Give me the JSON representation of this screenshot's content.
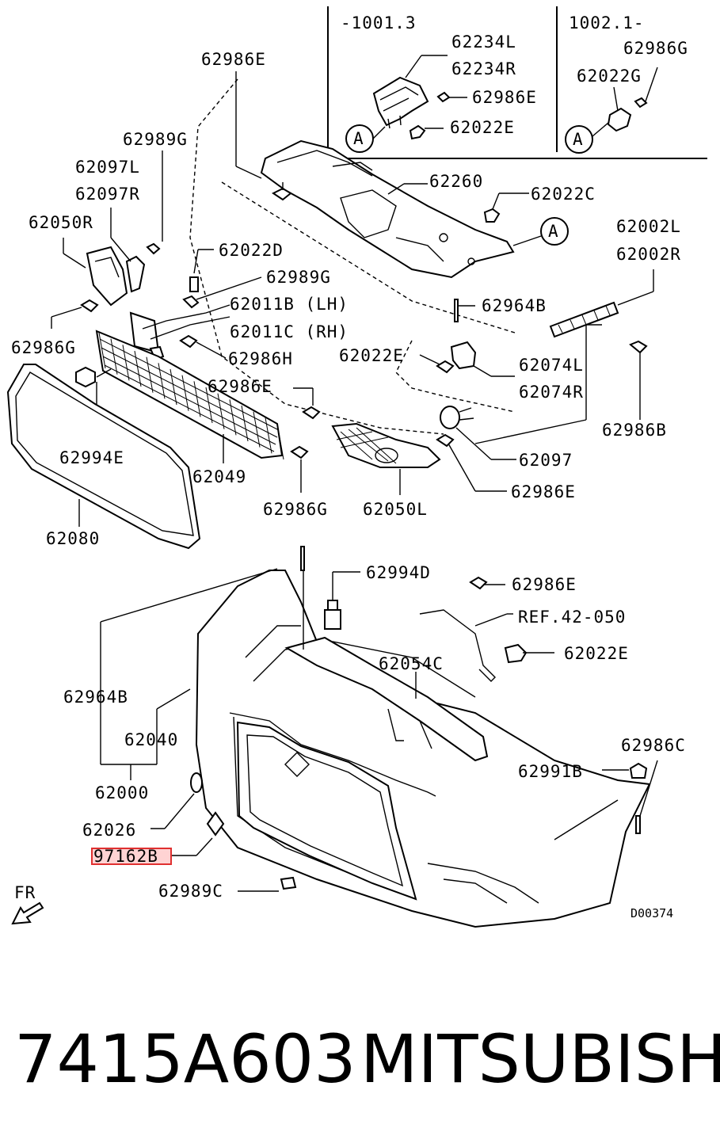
{
  "insets": {
    "left_range": "-1001.3",
    "right_range": "1002.1-",
    "callout": "A"
  },
  "labels": {
    "p62234L": "62234L",
    "p62234R": "62234R",
    "p62986E_inset": "62986E",
    "p62022E_inset": "62022E",
    "p62986G_inset": "62986G",
    "p62022G": "62022G",
    "p62986E_top": "62986E",
    "p62989G_a": "62989G",
    "p62097L": "62097L",
    "p62097R": "62097R",
    "p62050R": "62050R",
    "p62260": "62260",
    "p62022C": "62022C",
    "p62002L": "62002L",
    "p62002R": "62002R",
    "p62022D": "62022D",
    "p62989G_b": "62989G",
    "p62011B": "62011B (LH)",
    "p62011C": "62011C (RH)",
    "p62964B_a": "62964B",
    "p62986G_a": "62986G",
    "p62986H": "62986H",
    "p62022E_a": "62022E",
    "p62074L": "62074L",
    "p62074R": "62074R",
    "p62986E_mid": "62986E",
    "p62986B": "62986B",
    "p62994E": "62994E",
    "p62049": "62049",
    "p62097": "62097",
    "p62986E_b": "62986E",
    "p62986G_b": "62986G",
    "p62050L": "62050L",
    "p62080": "62080",
    "p62994D": "62994D",
    "p62986E_c": "62986E",
    "ref": "REF.42-050",
    "p62022E_b": "62022E",
    "p62054C": "62054C",
    "p62964B_b": "62964B",
    "p62040": "62040",
    "p62986C": "62986C",
    "p62991B": "62991B",
    "p62000": "62000",
    "p62026": "62026",
    "p97162B": "97162B",
    "p62989C": "62989C",
    "fr": "FR",
    "drawing_no": "D00374"
  },
  "footer": {
    "part_number": "7415A603",
    "brand": "MITSUBISHI"
  }
}
